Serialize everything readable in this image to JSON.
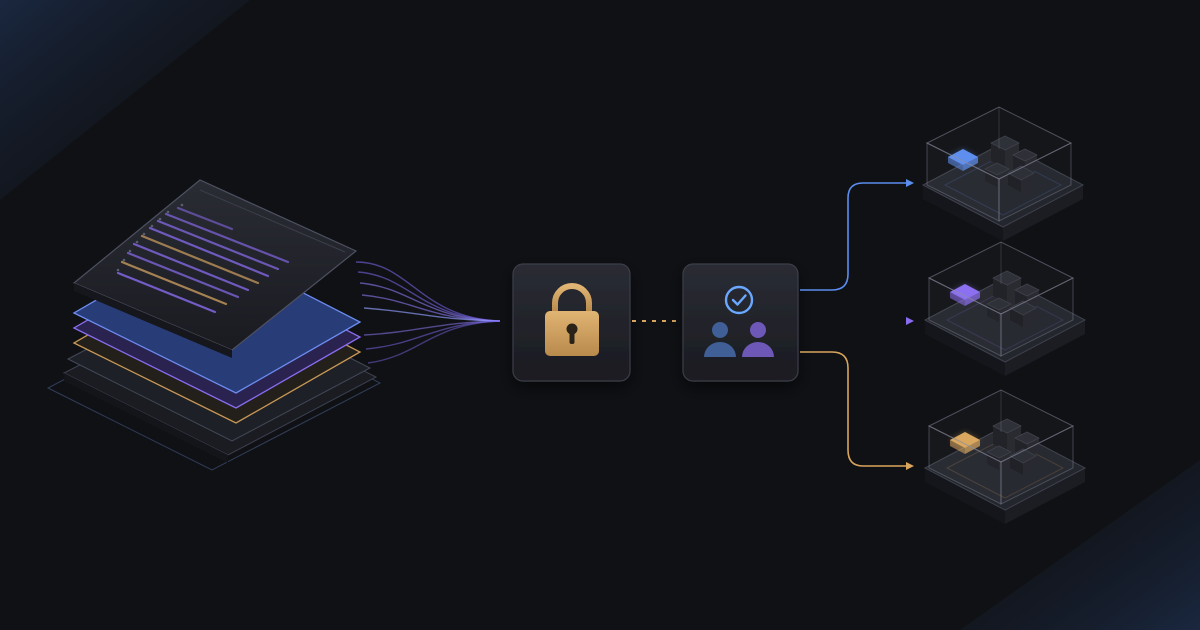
{
  "colors": {
    "background": "#101115",
    "panel": "#1f2128",
    "panel_border": "#3a3d47",
    "accent_blue": "#5b8def",
    "accent_purple": "#8a6cf0",
    "accent_gold": "#d9a55c",
    "lock_gold": "#caa064",
    "user_blue": "#3f5f96",
    "user_purple": "#6d58b8",
    "check_blue": "#6aa8ff"
  },
  "nodes": {
    "source": {
      "icon": "document-stack-icon"
    },
    "security": {
      "icon": "padlock-icon"
    },
    "approval": {
      "icon": "verified-users-icon"
    }
  },
  "targets": [
    {
      "icon": "isometric-container-icon",
      "accent": "#5b8def"
    },
    {
      "icon": "isometric-container-icon",
      "accent": "#8a6cf0"
    },
    {
      "icon": "isometric-container-icon",
      "accent": "#d9a55c"
    }
  ],
  "edges": [
    {
      "from": "source",
      "to": "security",
      "style": "converging-lines"
    },
    {
      "from": "security",
      "to": "approval",
      "style": "dashed"
    },
    {
      "from": "approval",
      "to": "target-1",
      "style": "arrow"
    },
    {
      "from": "approval",
      "to": "target-2",
      "style": "arrow"
    },
    {
      "from": "approval",
      "to": "target-3",
      "style": "arrow"
    }
  ]
}
